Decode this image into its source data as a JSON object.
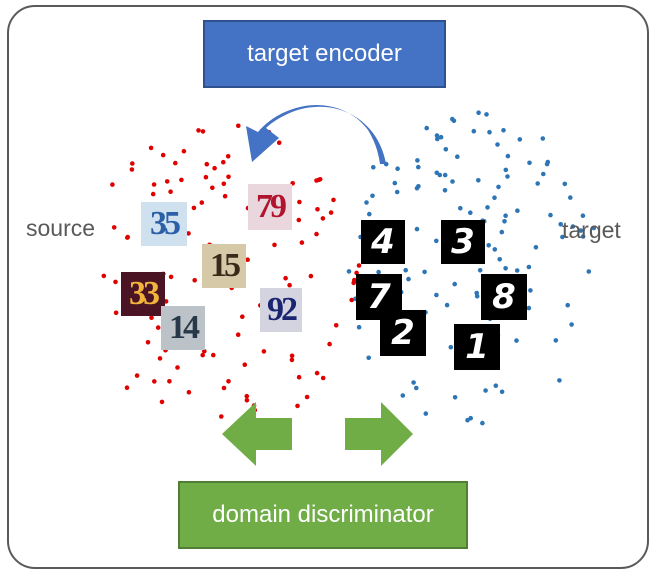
{
  "encoder": {
    "label": "target encoder"
  },
  "discriminator": {
    "label": "domain discriminator"
  },
  "labels": {
    "source": "source",
    "target": "target"
  },
  "colors": {
    "encoder_fill": "#4472c4",
    "discriminator_fill": "#70ad47",
    "source_points": "#e00000",
    "target_points": "#2e75b6",
    "curved_arrow": "#4472c4",
    "green_arrows": "#70ad47"
  },
  "source_digits": [
    {
      "text": "35",
      "bg": "#cfe0ee",
      "fg": "#2b5fa8"
    },
    {
      "text": "79",
      "bg": "#e9d7dd",
      "fg": "#b0142e"
    },
    {
      "text": "15",
      "bg": "#d6c9a8",
      "fg": "#3a2a1a"
    },
    {
      "text": "33",
      "bg": "#4a1424",
      "fg": "#f2b43a"
    },
    {
      "text": "92",
      "bg": "#d3d4e0",
      "fg": "#1a2470"
    },
    {
      "text": "14",
      "bg": "#bcc3c8",
      "fg": "#283848"
    }
  ],
  "target_digits": [
    {
      "text": "4"
    },
    {
      "text": "3"
    },
    {
      "text": "7"
    },
    {
      "text": "8"
    },
    {
      "text": "2"
    },
    {
      "text": "1"
    }
  ]
}
